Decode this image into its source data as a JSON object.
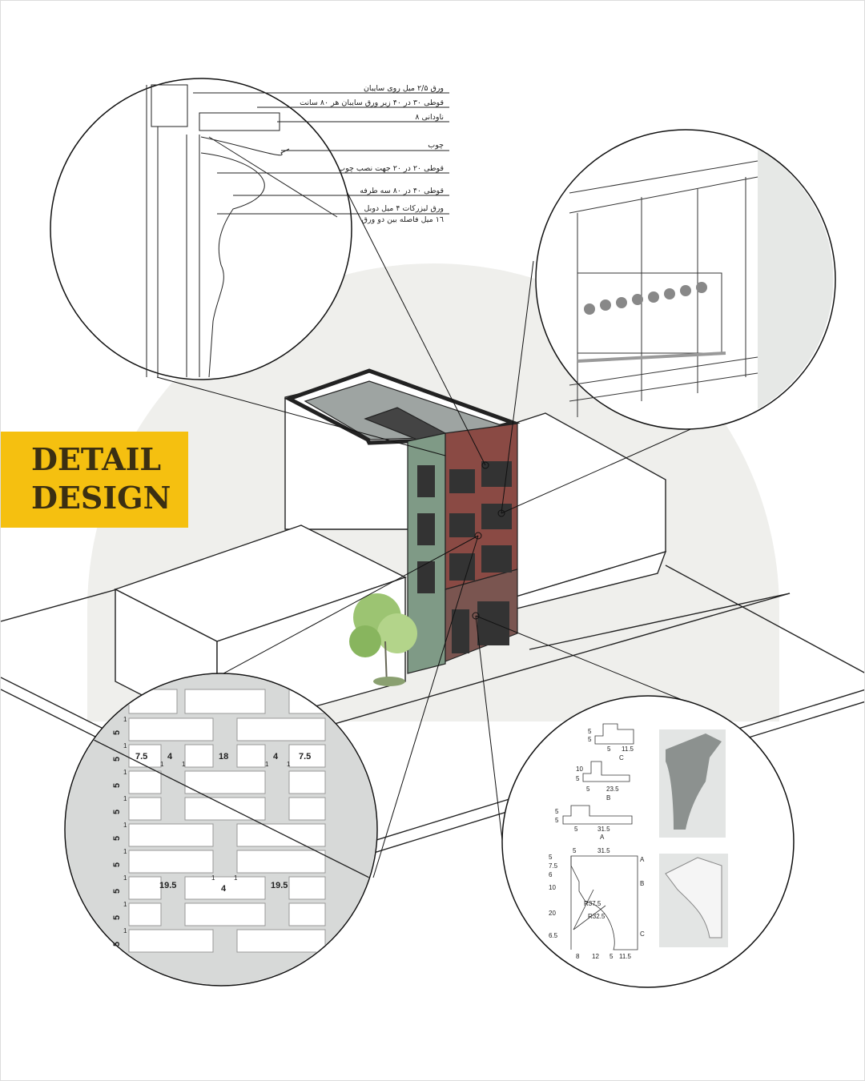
{
  "title": {
    "line1": "DETAIL",
    "line2": "DESIGN",
    "bg_color": "#f5c010",
    "text_color": "#3b2f12"
  },
  "canopy_detail": {
    "labels": [
      "ورق ۲/۵ میل روی سایبان",
      "قوطی ۳۰ در ۴۰ زیر ورق سایبان هر ۸۰ سانت",
      "ناودانی ۸",
      "چوب",
      "قوطی ۲۰ در ۲۰ جهت نصب چوب",
      "قوطی ۴۰ در ۸۰ سه طرفه",
      "ورق لیزرکات ۴ میل دوبل",
      "۱٦ میل فاصله بین دو ورق"
    ]
  },
  "brick_detail": {
    "row_heights": [
      "5",
      "5",
      "5",
      "5",
      "5",
      "5",
      "5",
      "5",
      "5"
    ],
    "joints": [
      "1",
      "1",
      "1",
      "1",
      "1",
      "1",
      "1",
      "1",
      "1"
    ],
    "top_row": [
      "7.5",
      "4",
      "18",
      "4",
      "7.5"
    ],
    "top_joints": [
      "1",
      "1",
      "1",
      "1"
    ],
    "bottom_row": [
      "19.5",
      "4",
      "19.5"
    ],
    "bottom_joints": [
      "1",
      "1"
    ]
  },
  "cornice_detail": {
    "section_c": {
      "heights": [
        "5",
        "5"
      ],
      "widths": [
        "5",
        "11.5"
      ],
      "label": "C"
    },
    "section_b": {
      "heights": [
        "10",
        "5"
      ],
      "widths": [
        "5",
        "23.5"
      ],
      "label": "B"
    },
    "section_a": {
      "heights": [
        "5",
        "5"
      ],
      "widths": [
        "5",
        "31.5"
      ],
      "label": "A"
    },
    "profile": {
      "top_widths": [
        "5",
        "31.5"
      ],
      "left_heights": [
        "5",
        "7.5",
        "6",
        "10",
        "20",
        "6.5"
      ],
      "bottom_widths": [
        "8",
        "12",
        "5",
        "11.5"
      ],
      "radii": [
        "R37.5",
        "R32.5"
      ],
      "cuts": [
        "A",
        "B",
        "C"
      ]
    }
  },
  "colors": {
    "facade_brick": "#8a4a44",
    "facade_green": "#7f9a86",
    "backdrop": "#efefec"
  }
}
